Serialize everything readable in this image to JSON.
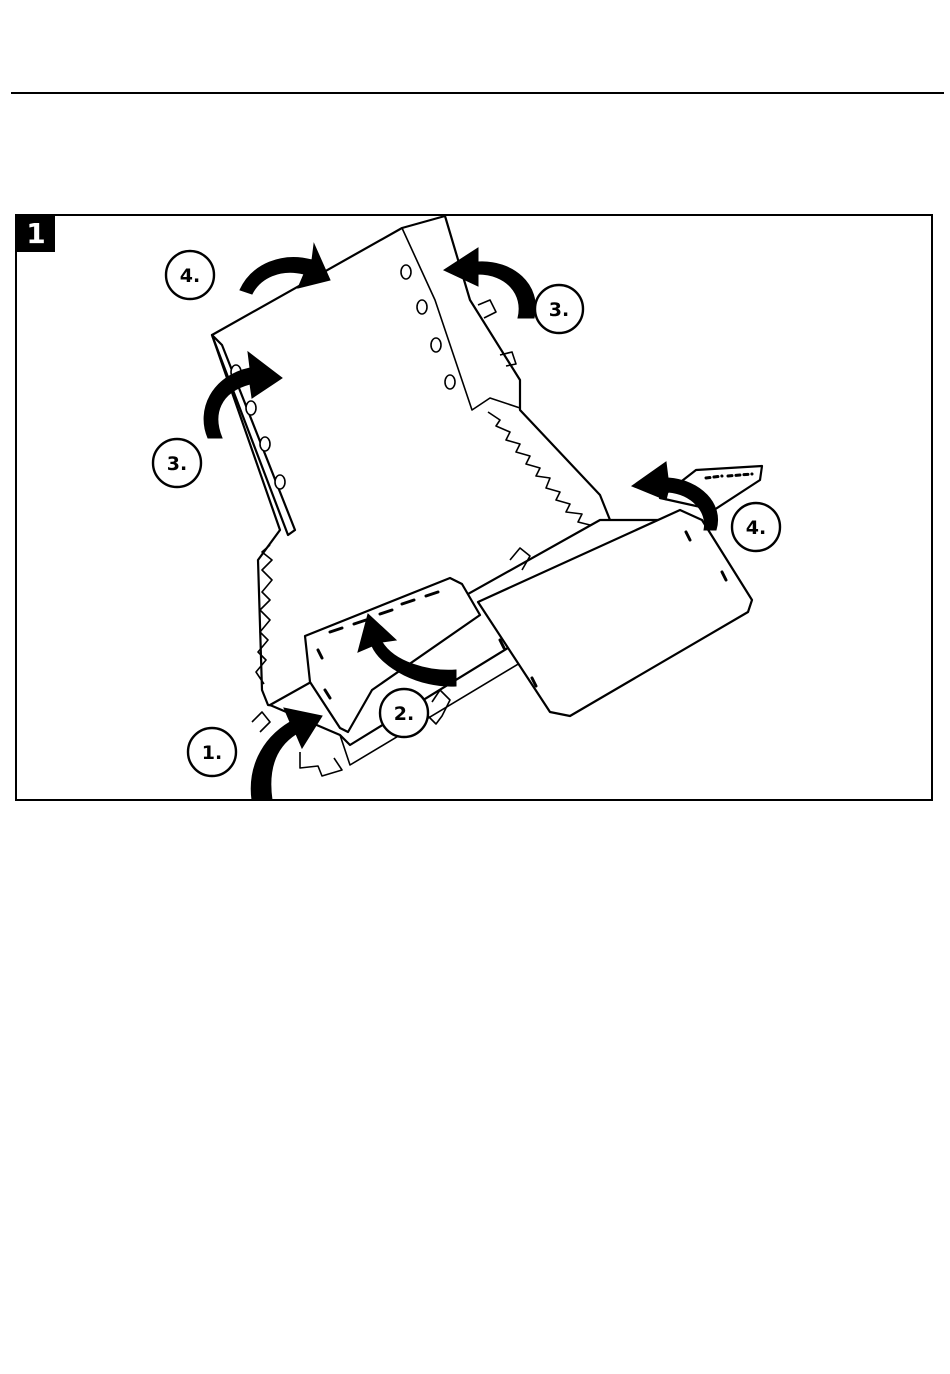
{
  "figure": {
    "number": "1",
    "steps": {
      "step1": "1.",
      "step2": "2.",
      "step3_left": "3.",
      "step3_right": "3.",
      "step4_left": "4.",
      "step4_right": "4."
    }
  },
  "colors": {
    "ink": "#000000",
    "paper": "#ffffff"
  }
}
